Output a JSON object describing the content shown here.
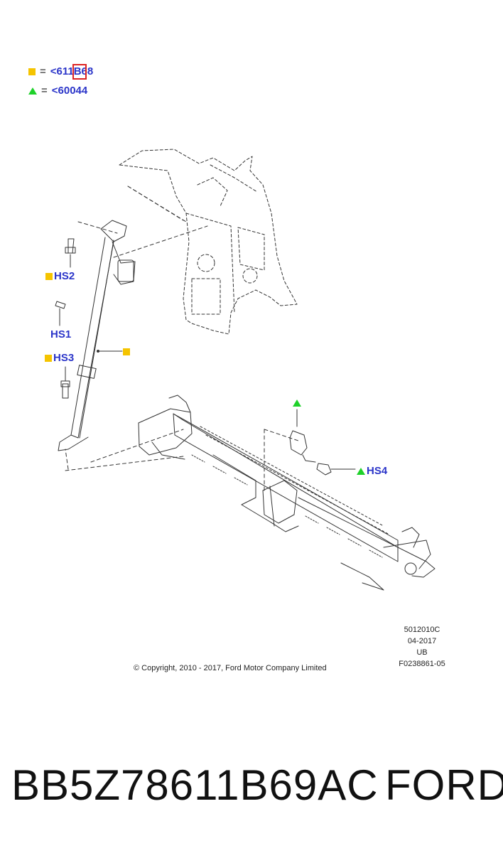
{
  "legend": [
    {
      "marker": "square",
      "equals": "=",
      "code": "<611B68"
    },
    {
      "marker": "triangle",
      "equals": "=",
      "code": "<60044"
    }
  ],
  "callouts": {
    "hs2": "HS2",
    "hs1": "HS1",
    "hs3": "HS3",
    "hs4": "HS4"
  },
  "meta": {
    "line1": "5012010C",
    "line2": "04-2017",
    "line3": "UB",
    "line4": "F0238861-05"
  },
  "copyright": "© Copyright, 2010 - 2017, Ford Motor Company Limited",
  "footer": {
    "part_number": "BB5Z78611B69AC",
    "brand": "FORD"
  },
  "colors": {
    "marker_square": "#f5c400",
    "marker_triangle": "#1fd12a",
    "callout_text": "#2b35c9",
    "selection": "#dd2222"
  }
}
